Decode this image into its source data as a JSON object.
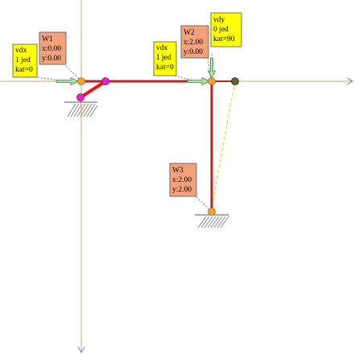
{
  "colors": {
    "axis": "#e0a070",
    "beam": "#bb2222",
    "crank": "#ee1111",
    "coupler_dashed": "#f0d020",
    "joint_pink": "#ee22cc",
    "joint_orange": "#f8a030",
    "joint_green": "#556b2f",
    "node_label_bg": "#f4a07a",
    "force_label_bg": "#ffff00",
    "force_arrow": "#a8e8a0",
    "ground_hatch": "#888888",
    "leader": "#666666"
  },
  "axes": {
    "x_arrow_icon": "arrow-right-icon",
    "y_arrow_icon": "arrow-down-icon"
  },
  "nodes": [
    {
      "id": "w1",
      "label_lines": [
        "W1",
        "x:0.00",
        "y:0.00"
      ],
      "x": 0.0,
      "y": 0.0,
      "support": "fixed-ground"
    },
    {
      "id": "w2",
      "label_lines": [
        "W2",
        "x:2.00",
        "y:0.00"
      ],
      "x": 2.0,
      "y": 0.0,
      "support": "none"
    },
    {
      "id": "w3",
      "label_lines": [
        "W3",
        "x:2.00",
        "y:2.00"
      ],
      "x": 2.0,
      "y": 2.0,
      "support": "fixed-ground"
    }
  ],
  "forces": [
    {
      "id": "f1",
      "at_node": "w1",
      "label_lines": [
        "vdx",
        "1 jed",
        "kat=0"
      ],
      "kind": "vdx",
      "magnitude": 1,
      "angle": 0
    },
    {
      "id": "f2",
      "at_node": "w2",
      "label_lines": [
        "vdx",
        "1 jed",
        "kat=0"
      ],
      "kind": "vdx",
      "magnitude": 1,
      "angle": 0
    },
    {
      "id": "f3",
      "at_node": "w2",
      "label_lines": [
        "vdy",
        "0 jed",
        "kat=90"
      ],
      "kind": "vdy",
      "magnitude": 0,
      "angle": 90
    }
  ]
}
